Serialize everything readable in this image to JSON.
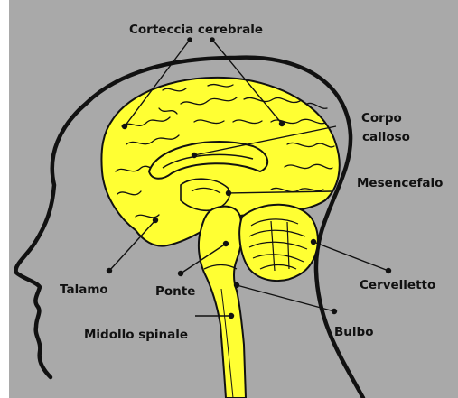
{
  "labels": {
    "cortex": "Corteccia cerebrale",
    "corpus_line1": "Corpo",
    "corpus_line2": "calloso",
    "midbrain": "Mesencefalo",
    "thalamus": "Talamo",
    "pons": "Ponte",
    "cerebellum": "Cervelletto",
    "spinal_cord": "Midollo spinale",
    "medulla": "Bulbo"
  },
  "colors": {
    "background": "#a9a9a9",
    "brain_fill": "#ffff33",
    "outline": "#111111",
    "label_text": "#111111"
  }
}
